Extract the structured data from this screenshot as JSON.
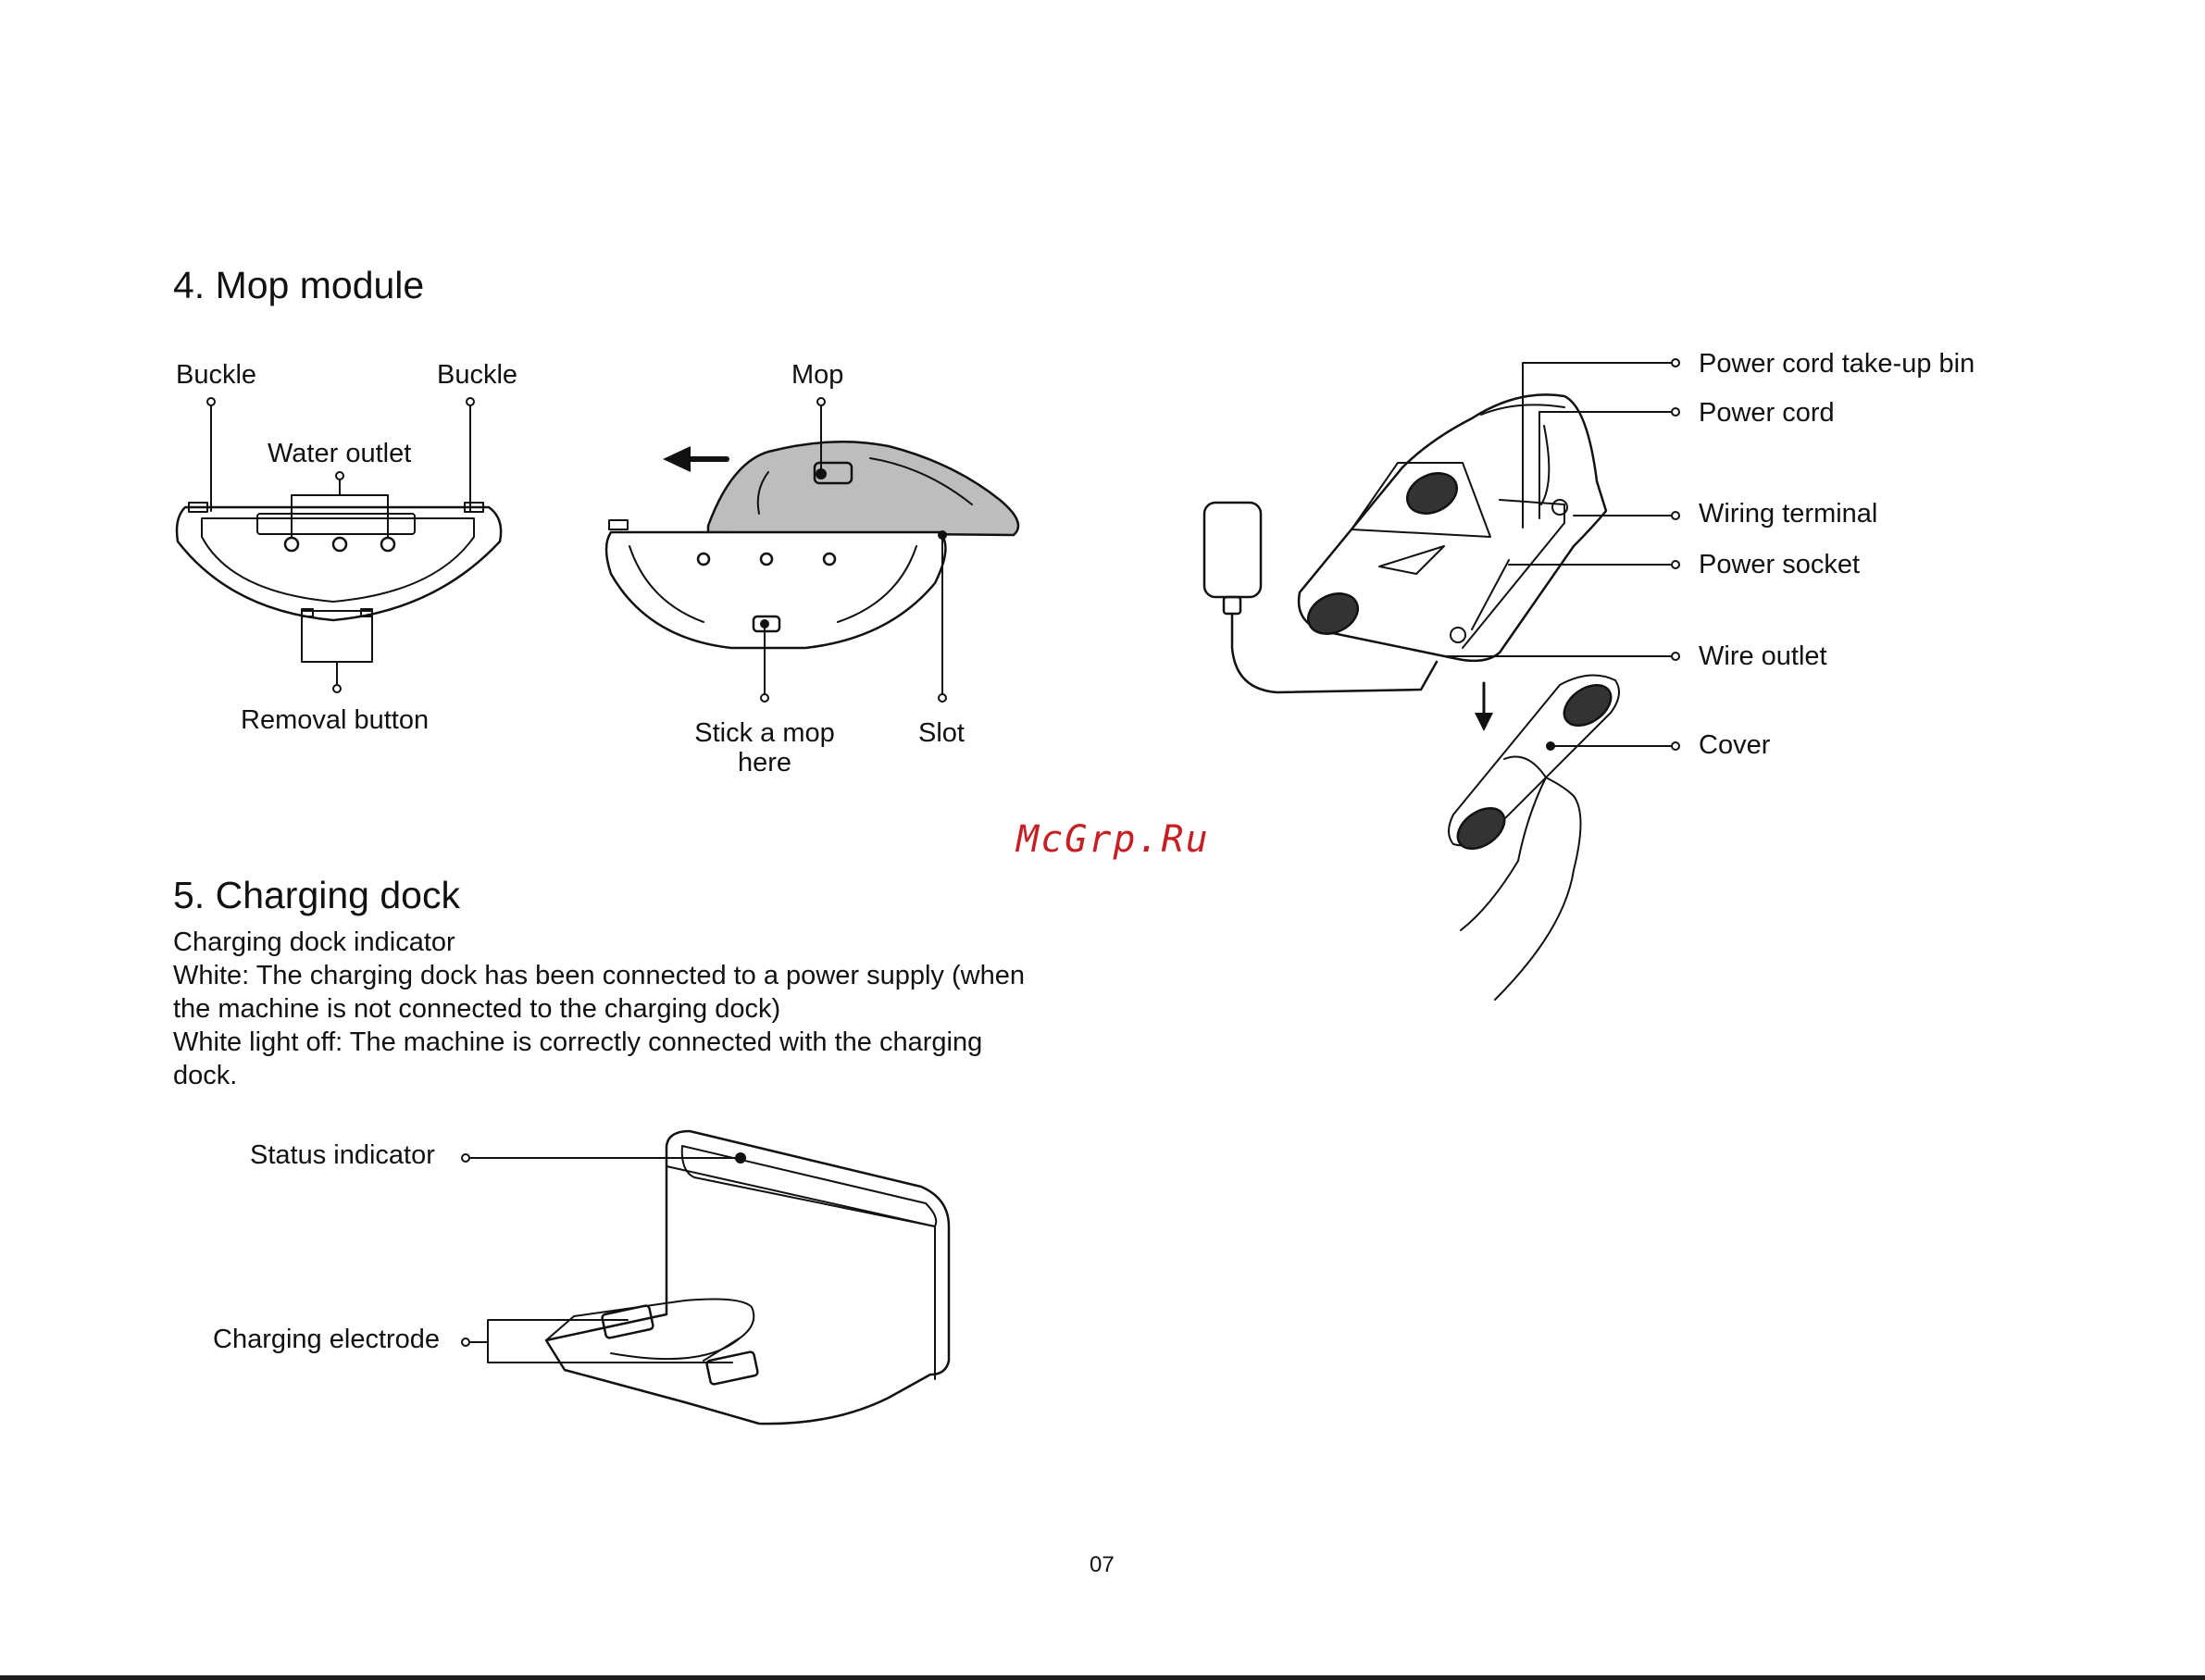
{
  "mop_section": {
    "title": "4. Mop module",
    "labels": {
      "buckle_left": "Buckle",
      "buckle_right": "Buckle",
      "water_outlet": "Water outlet",
      "removal_button": "Removal button",
      "mop": "Mop",
      "stick_line1": "Stick a mop",
      "stick_line2": "here",
      "slot": "Slot"
    }
  },
  "dock_back_labels": {
    "take_up_bin": "Power cord take-up bin",
    "power_cord": "Power cord",
    "wiring_terminal": "Wiring terminal",
    "power_socket": "Power socket",
    "wire_outlet": "Wire outlet",
    "cover": "Cover"
  },
  "watermark": "McGrp.Ru",
  "dock_section": {
    "title": "5. Charging dock",
    "paragraph": [
      "Charging dock indicator",
      "White: The charging dock has been connected to a power supply (when the machine is not connected to the charging dock)",
      "White light off: The machine is correctly connected with the charging dock."
    ],
    "labels": {
      "status_indicator": "Status indicator",
      "charging_electrode": "Charging electrode"
    }
  },
  "page_number": "07"
}
